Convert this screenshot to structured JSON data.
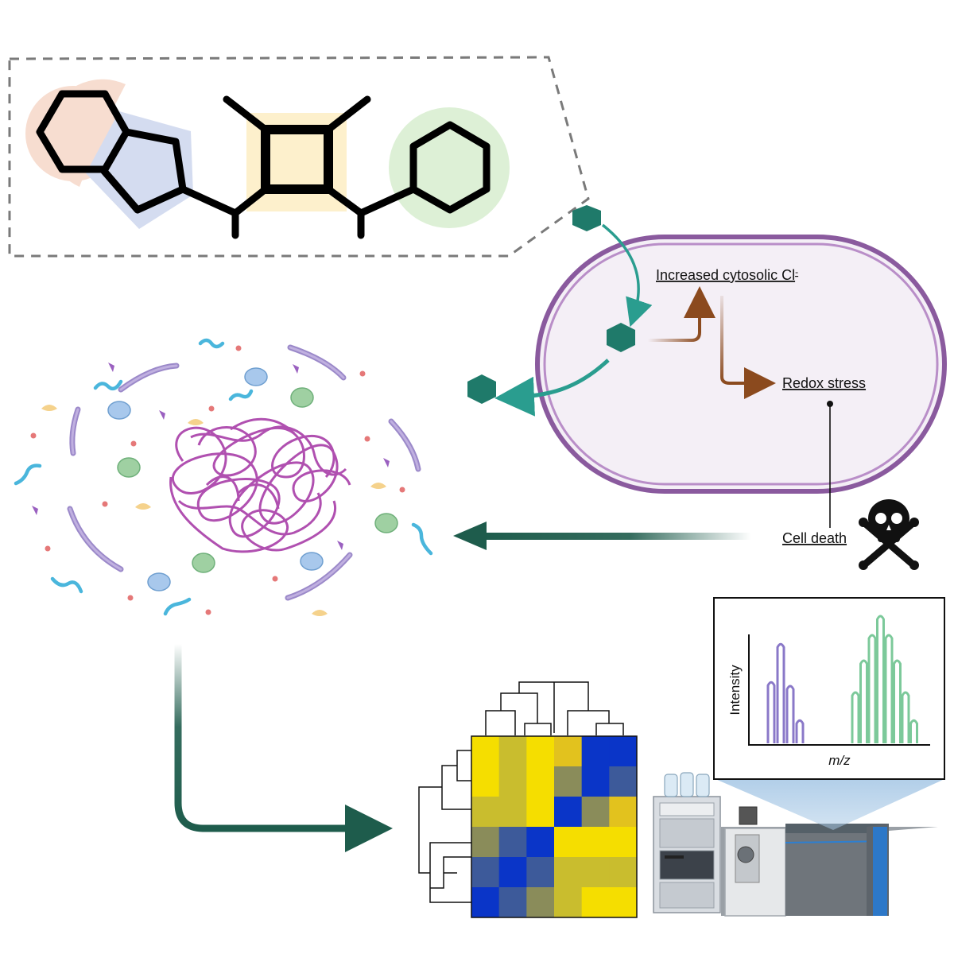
{
  "labels": {
    "cytosolic": "Increased cytosolic Cl",
    "cytosolic_sup": "-",
    "redox": "Redox stress",
    "cell_death": "Cell death",
    "intensity": "Intensity",
    "mz": "m/z"
  },
  "colors": {
    "teal_molecule": "#1f7a6a",
    "teal_arrow": "#2a9d8f",
    "dark_green_arrow": "#1e5c4c",
    "brown_arrow": "#8b4a1e",
    "cell_membrane": "#8a5a9e",
    "cell_fill": "#f4eff6",
    "dna": "#b050b0",
    "ring_orange": "#f7ddd0",
    "ring_blue": "#d4dcf0",
    "ring_yellow": "#fdf0cc",
    "ring_green": "#ddf0d6",
    "peak_purple": "#8a78c8",
    "peak_green": "#7cc99a",
    "heat_yellow": "#f7e000",
    "heat_blue": "#0a35c8"
  },
  "heatmap": {
    "rows": [
      [
        "Y",
        "O",
        "Y",
        "G",
        "B",
        "B"
      ],
      [
        "Y",
        "O",
        "Y",
        "K",
        "B",
        "S"
      ],
      [
        "O",
        "O",
        "Y",
        "B",
        "K",
        "G"
      ],
      [
        "K",
        "S",
        "B",
        "Y",
        "Y",
        "Y"
      ],
      [
        "S",
        "B",
        "S",
        "O",
        "O",
        "O"
      ],
      [
        "B",
        "S",
        "K",
        "O",
        "Y",
        "Y"
      ]
    ],
    "palette": {
      "Y": "#f5de00",
      "O": "#c9bd2e",
      "G": "#e2c21e",
      "K": "#8a8c5a",
      "B": "#0a35c8",
      "S": "#3d5a9a"
    }
  },
  "spectrum": {
    "purple_peaks": [
      0.48,
      0.78,
      0.45,
      0.18
    ],
    "green_peaks": [
      0.4,
      0.65,
      0.85,
      1.0,
      0.85,
      0.65,
      0.4,
      0.18
    ]
  }
}
